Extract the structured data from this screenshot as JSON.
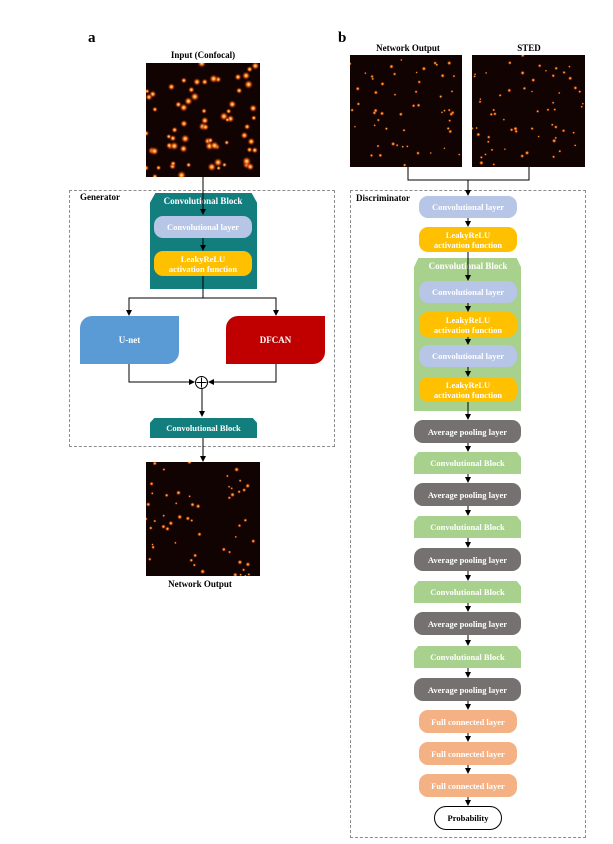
{
  "panel_a": {
    "letter": "a",
    "input_caption": "Input (Confocal)",
    "generator_label": "Generator",
    "conv_block_title": "Convolutional Block",
    "conv_layer": "Convolutional layer",
    "leaky_line1": "LeakyReLU",
    "leaky_line2": "activation function",
    "unet": "U-net",
    "dfcan": "DFCAN",
    "sum_symbol": "⊕",
    "conv_block_bottom": "Convolutional Block",
    "output_caption": "Network Output"
  },
  "panel_b": {
    "letter": "b",
    "network_output_caption": "Network Output",
    "sted_caption": "STED",
    "discriminator_label": "Discriminator",
    "conv_layer": "Convolutional layer",
    "leaky_line1": "LeakyReLU",
    "leaky_line2": "activation function",
    "conv_block": "Convolutional Block",
    "avg_pool": "Average pooling layer",
    "full_connected": "Full connected layer",
    "probability": "Probability"
  },
  "colors": {
    "teal": "#137e7e",
    "light_blue": "#b7c5e6",
    "gold": "#ffc000",
    "green": "#a9d18e",
    "gray": "#767171",
    "salmon": "#f4b183",
    "unet_blue": "#5b9bd5",
    "dfcan_red": "#c00000"
  }
}
